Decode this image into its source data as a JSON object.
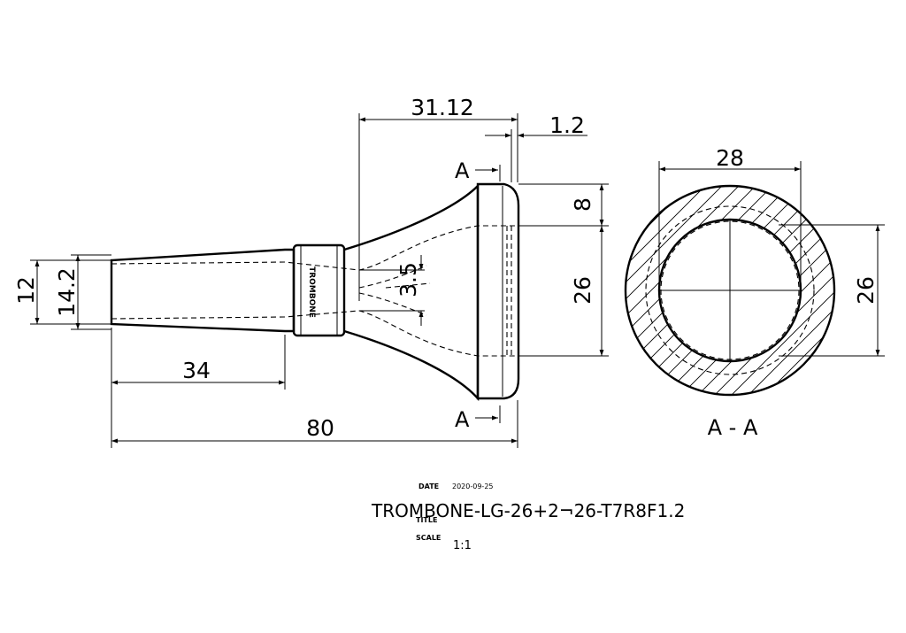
{
  "drawing": {
    "dimensions": {
      "overall_length": "80",
      "stem_length": "34",
      "cup_depth": "31.12",
      "rim_offset": "1.2",
      "rim_width": "8",
      "cup_diameter": "26",
      "throat": "3.5",
      "shank_outer": "14.2",
      "shank_inner": "12"
    },
    "section": {
      "marker": "A",
      "label": "A - A",
      "outer_diameter": "28",
      "inner_diameter": "26"
    },
    "engraving": "TROMBONE"
  },
  "title_block": {
    "date_label": "DATE",
    "date_value": "2020-09-25",
    "title_label": "TITLE",
    "title_value": "TROMBONE-LG-26+2¬26-T7R8F1.2",
    "scale_label": "SCALE",
    "scale_value": "1:1"
  }
}
